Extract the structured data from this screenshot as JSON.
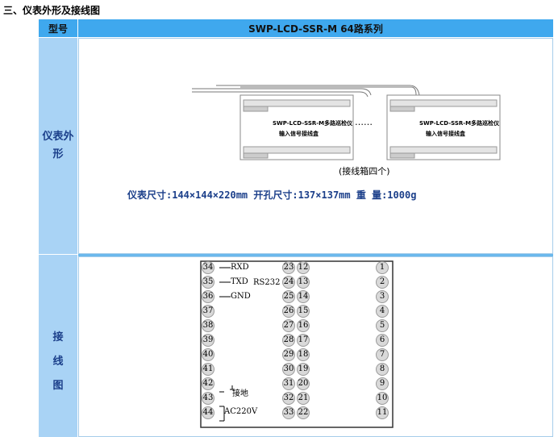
{
  "section_heading": "三、仪表外形及接线图",
  "table": {
    "col1_header": "型号",
    "col2_header": "SWP-LCD-SSR-M 64路系列",
    "row1_label": [
      "仪",
      "表",
      "外",
      "形"
    ],
    "row2_label": [
      "接",
      "线",
      "图"
    ]
  },
  "appearance": {
    "box_title": "SWP-LCD-SSR-M多路巡检仪",
    "box_subtitle": "输入信号接线盒",
    "ellipsis": "……",
    "caption": "(接线箱四个)",
    "dimensions": "仪表尺寸:144×144×220mm 开孔尺寸:137×137mm 重 量:1000g"
  },
  "wiring": {
    "left_pins": [
      "34",
      "35",
      "36",
      "37",
      "38",
      "39",
      "40",
      "41",
      "42",
      "43",
      "44"
    ],
    "mid_left_pins": [
      "23",
      "24",
      "25",
      "26",
      "27",
      "28",
      "29",
      "30",
      "31",
      "32",
      "33"
    ],
    "mid_right_pins": [
      "12",
      "13",
      "14",
      "15",
      "16",
      "17",
      "18",
      "19",
      "20",
      "21",
      "22"
    ],
    "right_pins": [
      "1",
      "2",
      "3",
      "4",
      "5",
      "6",
      "7",
      "8",
      "9",
      "10",
      "11"
    ],
    "rxd": "RXD",
    "txd": "TXD",
    "gnd": "GND",
    "rs232": "RS232",
    "ground": "接地",
    "ac": "AC220V"
  }
}
